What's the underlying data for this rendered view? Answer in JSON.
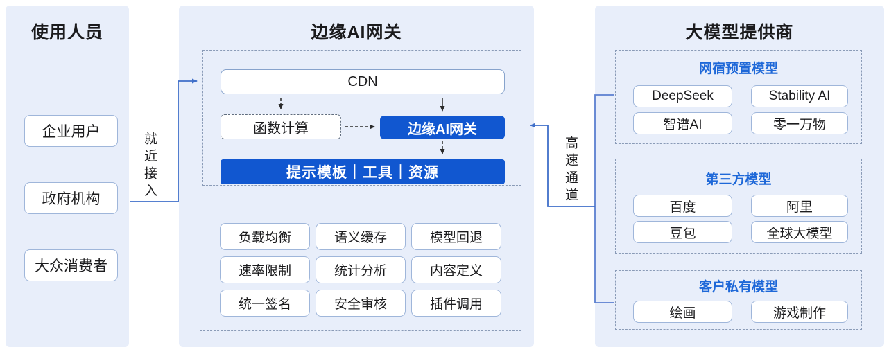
{
  "panels": {
    "users": {
      "title": "使用人员",
      "items": [
        "企业用户",
        "政府机构",
        "大众消费者"
      ]
    },
    "gateway": {
      "title": "边缘AI网关",
      "cdn": "CDN",
      "function_compute": "函数计算",
      "edge_ai_gateway": "边缘AI网关",
      "resources_bar": "提示模板｜工具｜资源",
      "features": [
        [
          "负载均衡",
          "语义缓存",
          "模型回退"
        ],
        [
          "速率限制",
          "统计分析",
          "内容定义"
        ],
        [
          "统一签名",
          "安全审核",
          "插件调用"
        ]
      ]
    },
    "providers": {
      "title": "大模型提供商",
      "groups": [
        {
          "title": "网宿预置模型",
          "models": [
            "DeepSeek",
            "Stability AI",
            "智谱AI",
            "零一万物"
          ]
        },
        {
          "title": "第三方模型",
          "models": [
            "百度",
            "阿里",
            "豆包",
            "全球大模型"
          ]
        },
        {
          "title": "客户私有模型",
          "models": [
            "绘画",
            "游戏制作"
          ]
        }
      ]
    }
  },
  "connectors": {
    "left_label": "就近接入",
    "right_label": "高速通道"
  },
  "colors": {
    "panel_bg": "#e8eefa",
    "blue_fill": "#1157d0",
    "blue_header_text": "#1e68d8",
    "connector_blue": "#3f6fc9",
    "arrow_black": "#2b2b2b",
    "dashed_border": "#8a9bb7",
    "box_border": "#9fb6da"
  }
}
